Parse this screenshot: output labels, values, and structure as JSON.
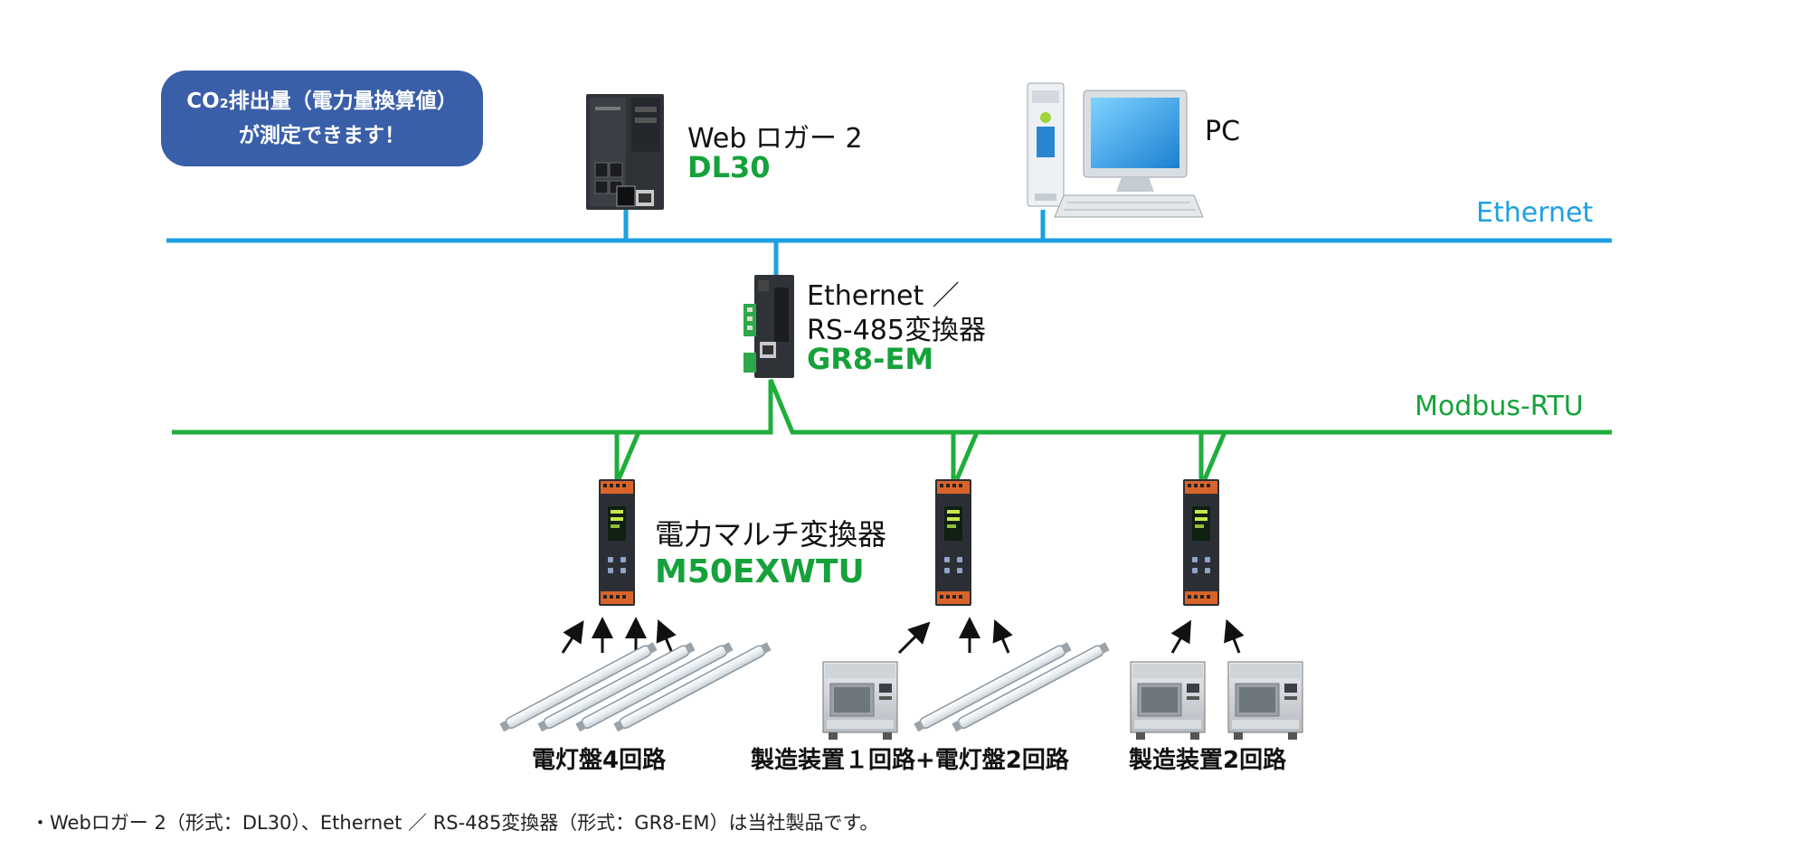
{
  "badge": {
    "line1": "CO₂排出量（電力量換算値）",
    "line2": "が測定できます！"
  },
  "networks": {
    "ethernet": "Ethernet",
    "modbus": "Modbus-RTU"
  },
  "devices": {
    "logger": {
      "name": "Web ロガー 2",
      "model": "DL30"
    },
    "pc": {
      "name": "PC"
    },
    "converter": {
      "name_line1": "Ethernet ／",
      "name_line2": "RS-485変換器",
      "model": "GR8-EM"
    },
    "transducer": {
      "name": "電力マルチ変換器",
      "model": "M50EXWTU"
    }
  },
  "groups": [
    {
      "label": "電灯盤4回路"
    },
    {
      "label": "製造装置１回路+電灯盤2回路"
    },
    {
      "label": "製造装置2回路"
    }
  ],
  "footnote": "・Webロガー 2（形式：DL30）、Ethernet ／ RS-485変換器（形式：GR8-EM）は当社製品です。",
  "colors": {
    "ethernet_line": "#1ea0e0",
    "modbus_line": "#1fae3c",
    "badge": "#3a5fa9",
    "model_text": "#16a23a"
  }
}
